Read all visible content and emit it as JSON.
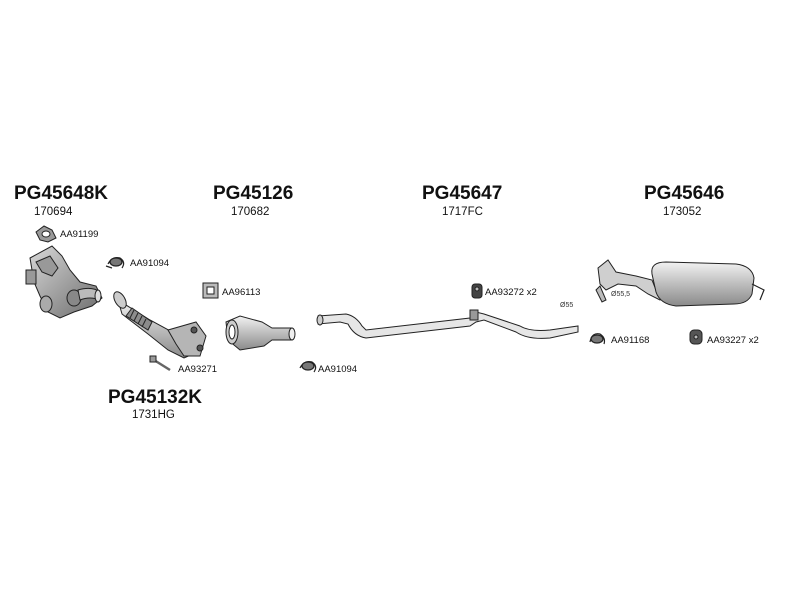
{
  "groups": [
    {
      "code": "PG45648K",
      "ref": "170694"
    },
    {
      "code": "PG45126",
      "ref": "170682"
    },
    {
      "code": "PG45647",
      "ref": "1717FC"
    },
    {
      "code": "PG45646",
      "ref": "173052"
    },
    {
      "code": "PG45132K",
      "ref": "1731HG"
    }
  ],
  "parts": [
    {
      "label": "AA91199"
    },
    {
      "label": "AA91094"
    },
    {
      "label": "AA96113"
    },
    {
      "label": "AA93271"
    },
    {
      "label": "AA91094"
    },
    {
      "label": "AA93272 x2"
    },
    {
      "label": "AA91168"
    },
    {
      "label": "AA93227 x2"
    }
  ],
  "dimensions": [
    {
      "label": "Ø55"
    },
    {
      "label": "Ø55,5"
    }
  ]
}
